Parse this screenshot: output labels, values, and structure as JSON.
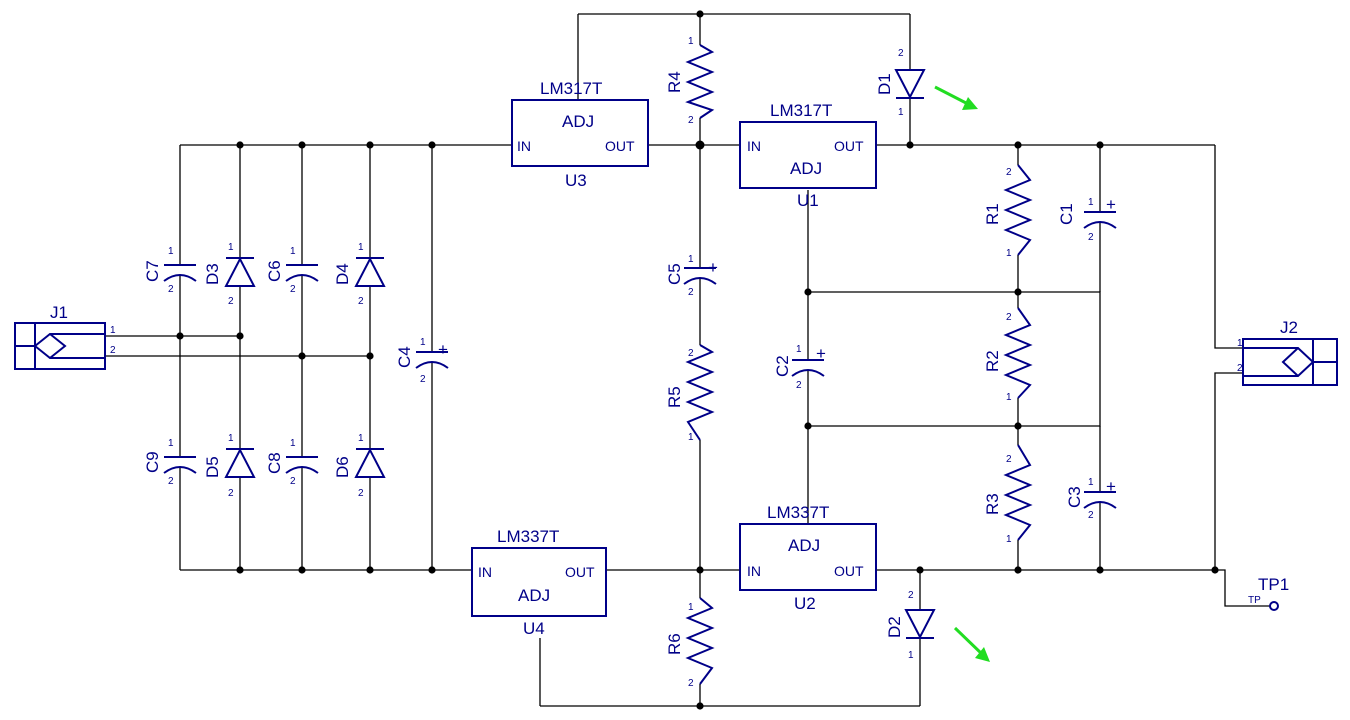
{
  "regulators": {
    "U3": {
      "ref": "U3",
      "part": "LM317T",
      "adj": "ADJ",
      "in": "IN",
      "out": "OUT"
    },
    "U1": {
      "ref": "U1",
      "part": "LM317T",
      "adj": "ADJ",
      "in": "IN",
      "out": "OUT"
    },
    "U4": {
      "ref": "U4",
      "part": "LM337T",
      "adj": "ADJ",
      "in": "IN",
      "out": "OUT"
    },
    "U2": {
      "ref": "U2",
      "part": "LM337T",
      "adj": "ADJ",
      "in": "IN",
      "out": "OUT"
    }
  },
  "resistors": [
    "R1",
    "R2",
    "R3",
    "R4",
    "R5",
    "R6"
  ],
  "capacitors": [
    "C1",
    "C2",
    "C3",
    "C4",
    "C5",
    "C6",
    "C7",
    "C8",
    "C9"
  ],
  "diodes": [
    "D1",
    "D2",
    "D3",
    "D4",
    "D5",
    "D6"
  ],
  "connectors": {
    "J1": "J1",
    "J2": "J2"
  },
  "testpoint": {
    "ref": "TP1",
    "label": "TP"
  },
  "pins": {
    "one": "1",
    "two": "2",
    "plus": "+"
  },
  "colors": {
    "wire": "#000000",
    "component": "#000088",
    "led_arrow": "#22dd22"
  }
}
